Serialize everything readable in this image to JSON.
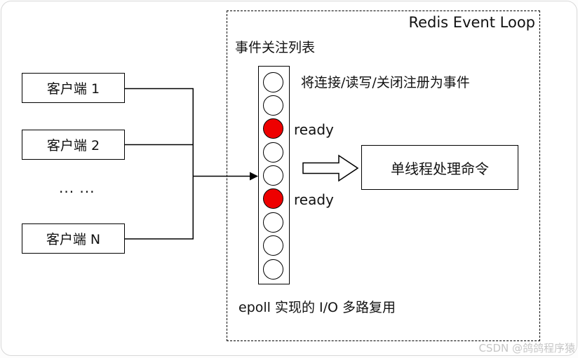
{
  "clients": {
    "items": [
      {
        "label": "客户端 1"
      },
      {
        "label": "客户端 2"
      },
      {
        "label": "客户端 N"
      }
    ],
    "ellipsis": "... ..."
  },
  "event_loop": {
    "title": "Redis Event Loop",
    "watch_list_label": "事件关注列表",
    "register_note": "将连接/读写/关闭注册为事件",
    "epoll_note": "epoll 实现的 I/O 多路复用",
    "command_box_label": "单线程处理命令",
    "ready_label": "ready",
    "event_slots": [
      "idle",
      "idle",
      "ready",
      "idle",
      "idle",
      "ready",
      "idle",
      "idle",
      "idle"
    ]
  },
  "colors": {
    "ready_fill": "#ee0000",
    "line": "#000000",
    "watermark": "#c6c6c6"
  },
  "watermark": "CSDN @鸽鸽程序猿"
}
